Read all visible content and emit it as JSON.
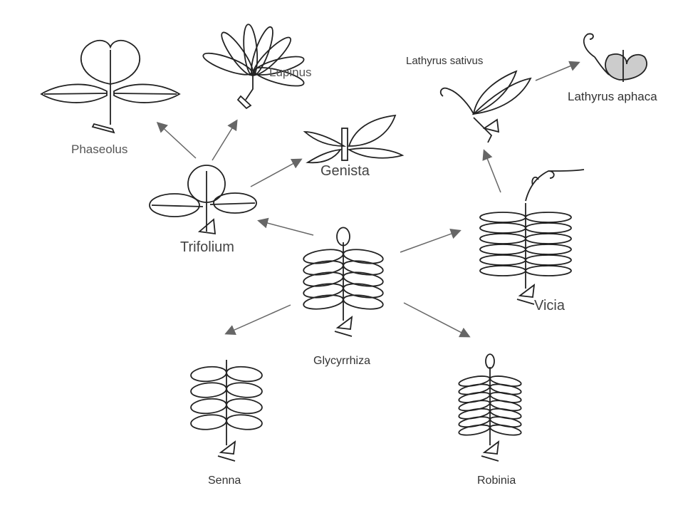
{
  "title": "Leaf form derivation in Fabaceae",
  "taxa": {
    "phaseolus": "Phaseolus",
    "lupinus": "Lupinus",
    "lathyrus_sativus": "Lathyrus sativus",
    "lathyrus_aphaca": "Lathyrus aphaca",
    "genista": "Genista",
    "trifolium": "Trifolium",
    "glycyrrhiza": "Glycyrrhiza",
    "vicia": "Vicia",
    "senna": "Senna",
    "robinia": "Robinia"
  },
  "arrows": [
    {
      "from": "Trifolium",
      "to": "Phaseolus"
    },
    {
      "from": "Trifolium",
      "to": "Lupinus"
    },
    {
      "from": "Trifolium",
      "to": "Genista"
    },
    {
      "from": "Glycyrrhiza",
      "to": "Trifolium"
    },
    {
      "from": "Glycyrrhiza",
      "to": "Vicia"
    },
    {
      "from": "Glycyrrhiza",
      "to": "Senna"
    },
    {
      "from": "Glycyrrhiza",
      "to": "Robinia"
    },
    {
      "from": "Vicia",
      "to": "Lathyrus sativus"
    },
    {
      "from": "Lathyrus sativus",
      "to": "Lathyrus aphaca"
    }
  ],
  "colors": {
    "stroke": "#222222",
    "arrow": "#666666",
    "label": "#555555"
  }
}
